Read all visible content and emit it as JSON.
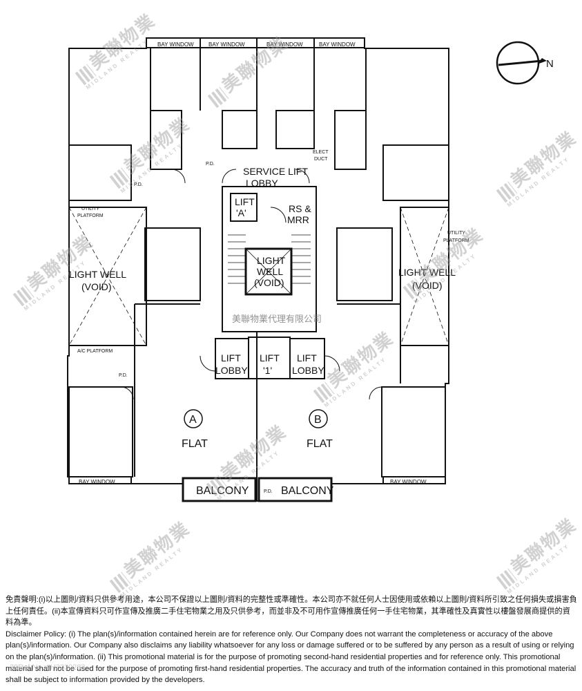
{
  "plan": {
    "labels": {
      "bay_window": "BAY WINDOW",
      "service_lift_lobby_1": "SERVICE LIFT",
      "service_lift_lobby_2": "LOBBY",
      "lift_a_1": "LIFT",
      "lift_a_2": "'A'",
      "rs_mrr_1": "RS &",
      "rs_mrr_2": "MRR",
      "light_well_center_1": "LIGHT",
      "light_well_center_2": "WELL",
      "light_well_center_3": "(VOID)",
      "light_well_side_1": "LIGHT WELL",
      "light_well_side_2": "(VOID)",
      "utility_platform_1": "UTILITY",
      "utility_platform_2": "PLATFORM",
      "ac_platform": "A/C PLATFORM",
      "pd": "P.D.",
      "elect_duct_1": "ELECT",
      "elect_duct_2": "DUCT",
      "lift_lobby_1": "LIFT",
      "lift_lobby_2": "LOBBY",
      "lift_1_1": "LIFT",
      "lift_1_2": "'1'",
      "flat_a_letter": "A",
      "flat_b_letter": "B",
      "flat": "FLAT",
      "balcony": "BALCONY",
      "pd_balcony_prefix": "P.D."
    },
    "compass": {
      "north": "N"
    }
  },
  "watermark": {
    "chinese": "美聯物業",
    "english": "MIDLAND REALTY",
    "center_text": "美聯物業代理有限公司"
  },
  "disclaimer": {
    "chinese": "免責聲明:(i)以上圖則/資料只供參考用途，本公司不保證以上圖則/資料的完整性或準確性。本公司亦不就任何人士因使用或依賴以上圖則/資料所引致之任何損失或損害負上任何責任。(ii)本宣傳資料只可作宣傳及推廣二手住宅物業之用及只供參考，而並非及不可用作宣傳推廣任何一手住宅物業，其準確性及真實性以樓盤發展商提供的資料為準。",
    "english": "Disclaimer Policy: (i) The plan(s)/information contained herein are for reference only. Our Company does not warrant the completeness or accuracy of the above plan(s)/information. Our Company also disclaims any liability whatsoever for any loss or damage suffered or to be suffered by any person as a result of using or relying on the plan(s)/information. (ii) This promotional material is for the purpose of promoting second-hand residential properties and for reference only. This promotional material shall not be used for the purpose of promoting first-hand residential properties. The accuracy and truth of the information contained in this promotional material shall be subject to information provided by the developers.",
    "reference": "39Ref.No.:#H3230283"
  }
}
